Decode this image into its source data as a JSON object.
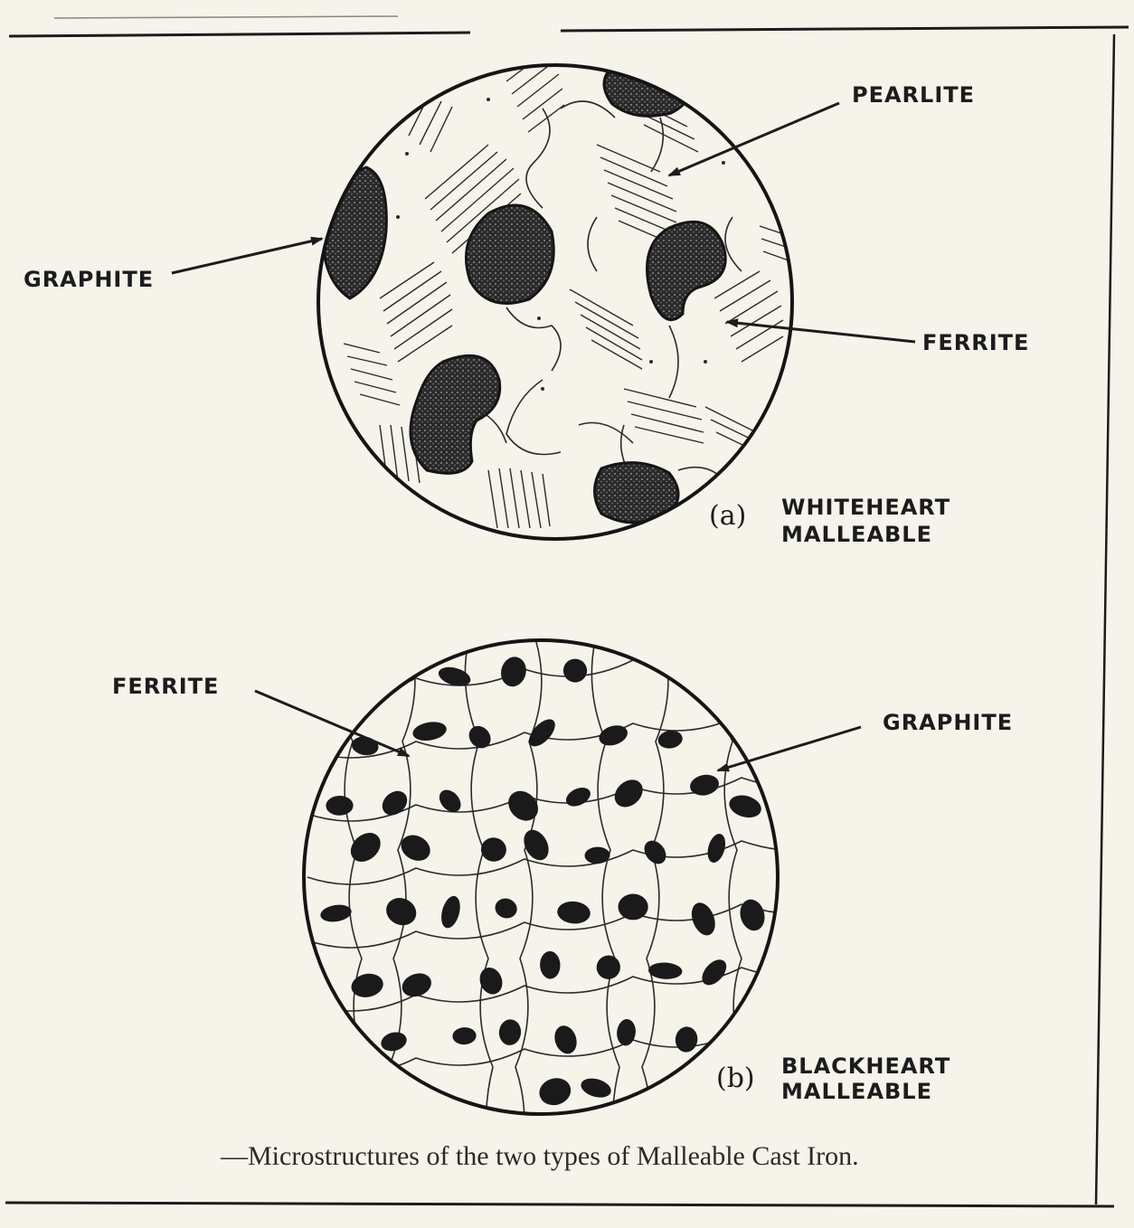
{
  "figure_a": {
    "tag": "(a)",
    "title_line1": "WHITEHEART",
    "title_line2": "MALLEABLE",
    "labels": {
      "pearlite": "PEARLITE",
      "graphite": "GRAPHITE",
      "ferrite": "FERRITE"
    }
  },
  "figure_b": {
    "tag": "(b)",
    "title_line1": "BLACKHEART",
    "title_line2": "MALLEABLE",
    "labels": {
      "ferrite": "FERRITE",
      "graphite": "GRAPHITE"
    }
  },
  "caption": "—Microstructures of the two types of Malleable Cast Iron.",
  "colors": {
    "ink": "#1c1c1c",
    "paper": "#f5f3ea"
  }
}
